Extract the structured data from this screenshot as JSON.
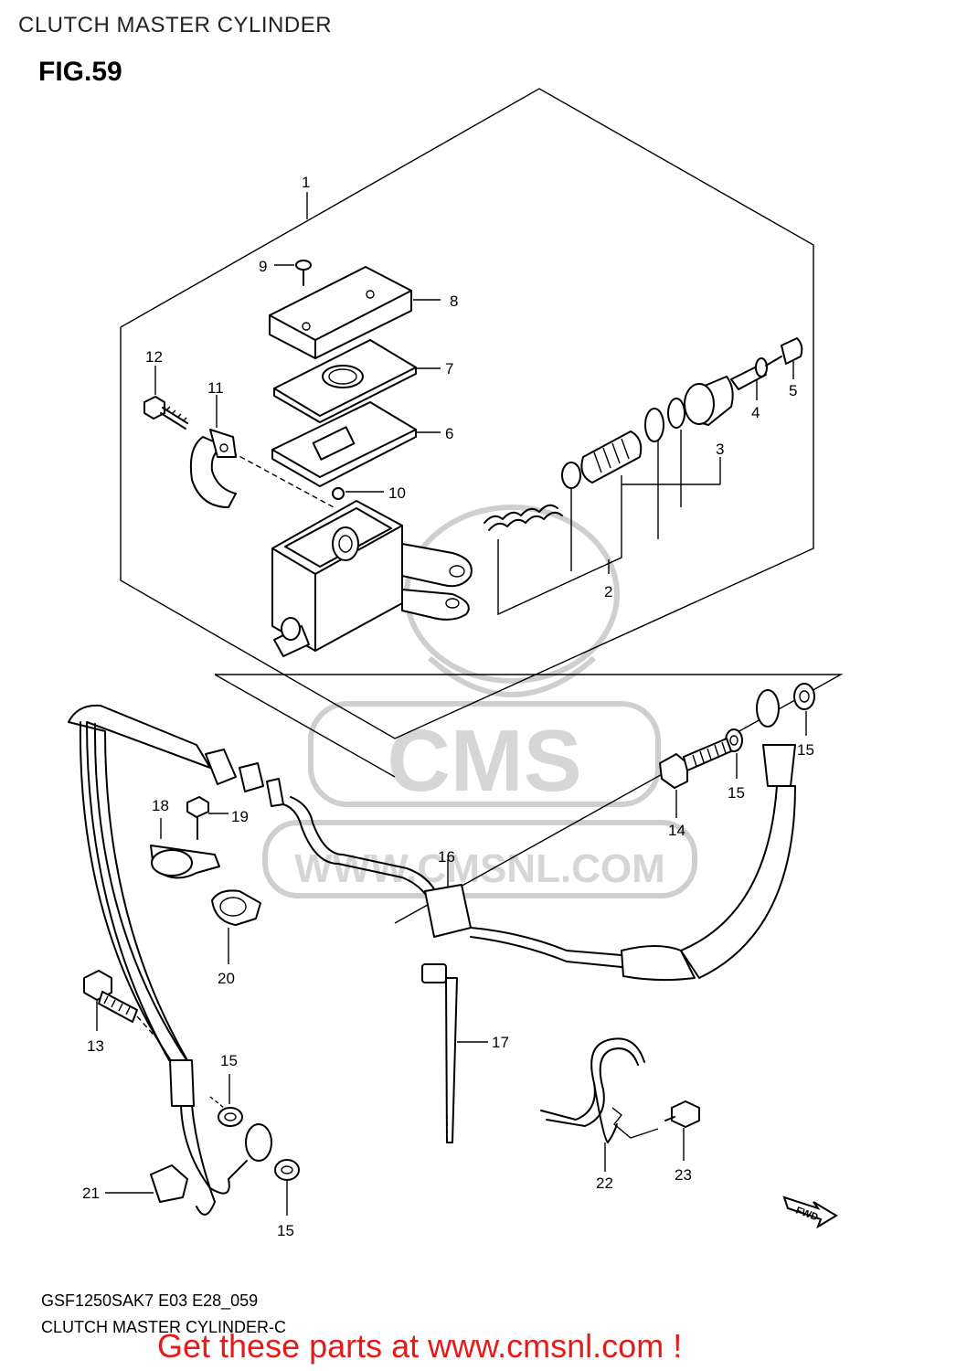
{
  "page": {
    "title": "CLUTCH MASTER CYLINDER",
    "figure": "FIG.59"
  },
  "watermark": {
    "brand": "CMS",
    "url": "WWW.CMSNL.COM"
  },
  "parts": {
    "p1": "1",
    "p2": "2",
    "p3": "3",
    "p4": "4",
    "p5": "5",
    "p6": "6",
    "p7": "7",
    "p8": "8",
    "p9": "9",
    "p10": "10",
    "p11": "11",
    "p12": "12",
    "p13": "13",
    "p14": "14",
    "p15": "15",
    "p16": "16",
    "p17": "17",
    "p18": "18",
    "p19": "19",
    "p20": "20",
    "p21": "21",
    "p22": "22",
    "p23": "23",
    "fwd": "FWD"
  },
  "footer": {
    "model_code": "GSF1250SAK7  E03  E28_059",
    "diagram_code": "CLUTCH MASTER CYLINDER-C",
    "cta": "Get these parts at www.cmsnl.com !"
  },
  "colors": {
    "cta": "#e41b1b",
    "ink": "#000000",
    "watermark": "#d6d6d6"
  }
}
